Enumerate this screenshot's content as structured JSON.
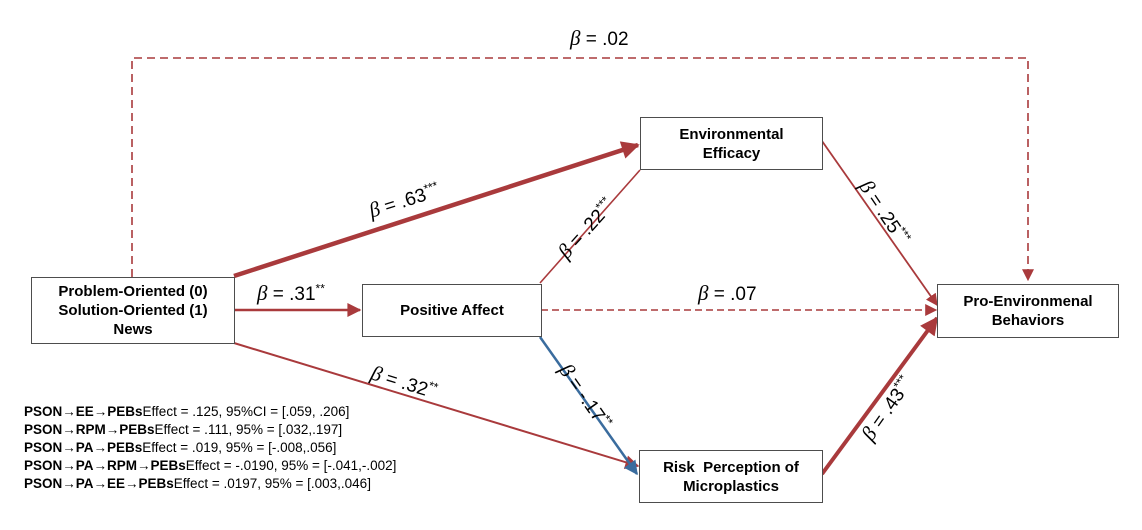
{
  "nodes": {
    "pson": [
      "Problem-Oriented (0)",
      "Solution-Oriented (1)",
      "News"
    ],
    "pa": [
      "Positive Affect"
    ],
    "ee": [
      "Environmental",
      "Efficacy"
    ],
    "rpm": [
      "Risk  Perception of",
      "Microplastics"
    ],
    "peb": [
      "Pro-Environmenal",
      "Behaviors"
    ]
  },
  "paths": {
    "direct": {
      "beta": "β",
      "text": " = .02",
      "sig": "",
      "style": "dashed"
    },
    "pson_ee": {
      "beta": "β",
      "text": " = .63",
      "sig": "***",
      "style": "solid-thick"
    },
    "pson_pa": {
      "beta": "β",
      "text": " = .31",
      "sig": "**",
      "style": "solid"
    },
    "pson_rpm": {
      "beta": "β",
      "text": " = .32",
      "sig": "**",
      "style": "solid"
    },
    "pa_ee": {
      "beta": "β",
      "text": " = .22",
      "sig": "***",
      "style": "solid"
    },
    "pa_peb": {
      "beta": "β",
      "text": " = .07",
      "sig": "",
      "style": "dashed"
    },
    "pa_rpm": {
      "beta": "β",
      "text": " = -.17",
      "sig": "**",
      "style": "solid-blue"
    },
    "ee_peb": {
      "beta": "β",
      "text": " = .25",
      "sig": "***",
      "style": "solid"
    },
    "rpm_peb": {
      "beta": "β",
      "text": " = .43",
      "sig": "***",
      "style": "solid-thick"
    }
  },
  "colors": {
    "positive": "#a93a3c",
    "negative": "#3a6c9e",
    "box_border": "#4d4d4d"
  },
  "effects": [
    {
      "path": "PSON→EE→PEBs",
      "text": "Effect = .125, 95%CI = [.059, .206]"
    },
    {
      "path": "PSON→RPM→PEBs",
      "text": "Effect = .111, 95% = [.032,.197]"
    },
    {
      "path": "PSON→PA→PEBs",
      "text": "Effect = .019, 95% = [-.008,.056]"
    },
    {
      "path": "PSON→PA→RPM→PEBs",
      "text": "Effect = -.0190, 95% = [-.041,-.002]"
    },
    {
      "path": "PSON→PA→EE→PEBs",
      "text": "Effect = .0197, 95% = [.003,.046]"
    }
  ]
}
